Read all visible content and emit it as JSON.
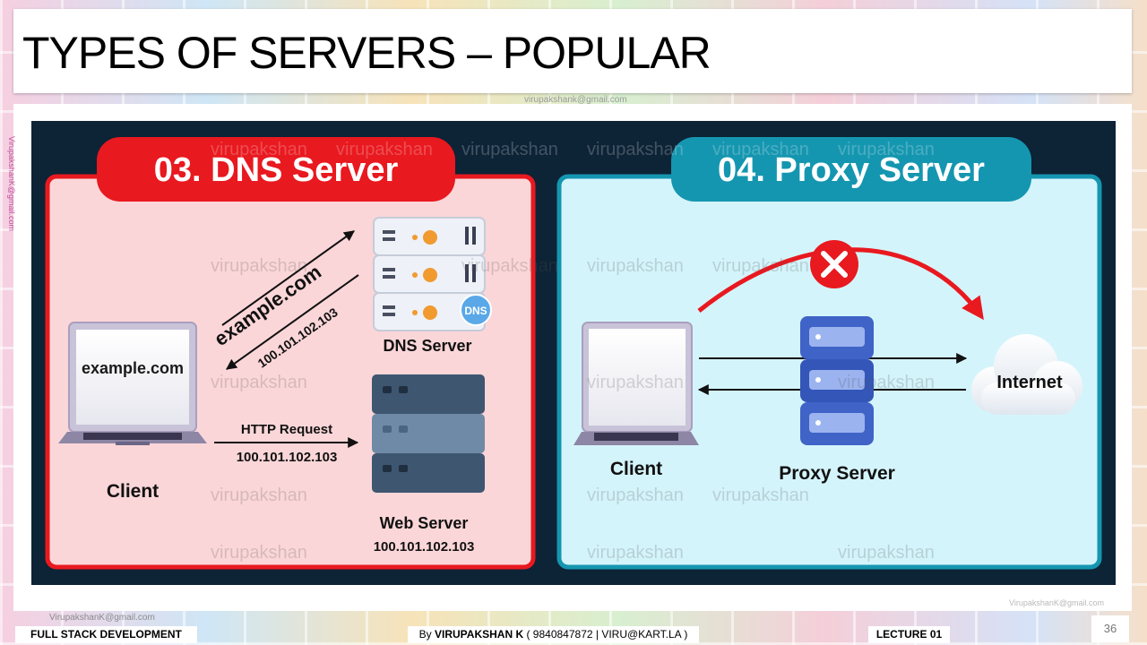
{
  "slide": {
    "title": "TYPES OF SERVERS – POPULAR",
    "page_number": "36"
  },
  "watermarks": {
    "email": "VirupakshanK@gmail.com",
    "email_top": "virupakshank@gmail.com",
    "repeat_word": "virupakshan"
  },
  "dns_panel": {
    "heading": "03. DNS Server",
    "client_screen_text": "example.com",
    "client_label": "Client",
    "query_text": "example.com",
    "response_ip": "100.101.102.103",
    "dns_server_label": "DNS Server",
    "dns_badge": "DNS",
    "http_request_label": "HTTP Request",
    "http_request_ip": "100.101.102.103",
    "web_server_label": "Web Server",
    "web_server_ip": "100.101.102.103",
    "colors": {
      "accent": "#e8191f",
      "panel_bg": "#fbd6d8"
    }
  },
  "proxy_panel": {
    "heading": "04. Proxy Server",
    "client_label": "Client",
    "proxy_server_label": "Proxy Server",
    "internet_label": "Internet",
    "colors": {
      "accent": "#1596b0",
      "panel_bg": "#d4f4fb"
    }
  },
  "footer": {
    "course": "FULL STACK DEVELOPMENT",
    "by_prefix": "By ",
    "author": "VIRUPAKSHAN K",
    "contact": " ( 9840847872 | VIRU@KART.LA )",
    "lecture": "LECTURE 01"
  },
  "colors": {
    "diagram_bg": "#0d2336",
    "slide_bg": "#ffffff"
  }
}
